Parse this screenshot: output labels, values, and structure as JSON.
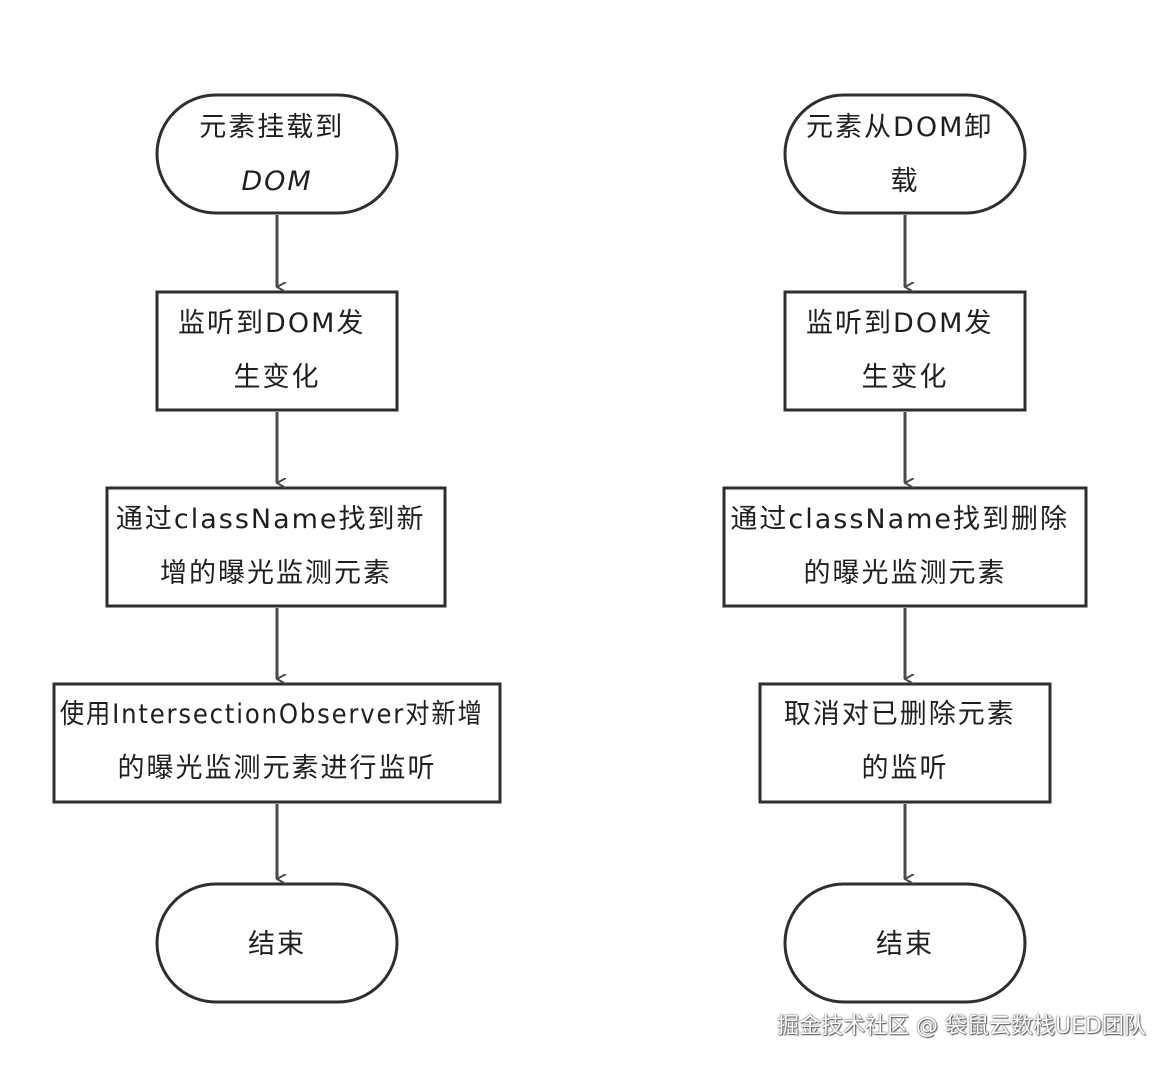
{
  "flows": [
    {
      "nodes": [
        {
          "shape": "terminal",
          "lines": [
            "元素挂载到",
            "DOM"
          ]
        },
        {
          "shape": "process",
          "lines": [
            "监听到DOM发",
            "生变化"
          ]
        },
        {
          "shape": "process",
          "lines": [
            "通过className找到新",
            "增的曝光监测元素"
          ]
        },
        {
          "shape": "process",
          "lines": [
            "使用IntersectionObserver对新增",
            "的曝光监测元素进行监听"
          ]
        },
        {
          "shape": "terminal",
          "lines": [
            "结束"
          ]
        }
      ]
    },
    {
      "nodes": [
        {
          "shape": "terminal",
          "lines": [
            "元素从DOM卸",
            "载"
          ]
        },
        {
          "shape": "process",
          "lines": [
            "监听到DOM发",
            "生变化"
          ]
        },
        {
          "shape": "process",
          "lines": [
            "通过className找到删除",
            "的曝光监测元素"
          ]
        },
        {
          "shape": "process",
          "lines": [
            "取消对已删除元素",
            "的监听"
          ]
        },
        {
          "shape": "terminal",
          "lines": [
            "结束"
          ]
        }
      ]
    }
  ],
  "watermark": "掘金技术社区 @ 袋鼠云数栈UED团队"
}
